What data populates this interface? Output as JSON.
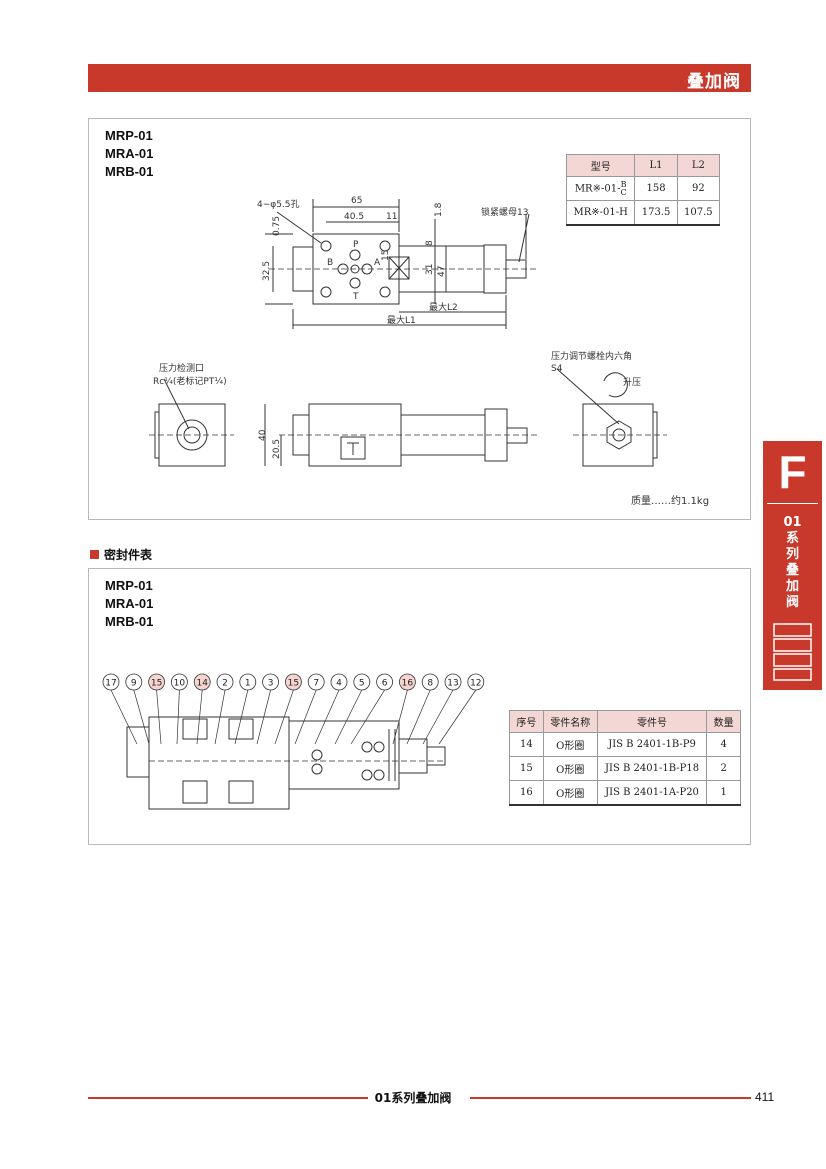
{
  "header": {
    "title": "叠加阀"
  },
  "panel1": {
    "models": [
      "MRP-01",
      "MRA-01",
      "MRB-01"
    ],
    "dim_table": {
      "headers": [
        "型号",
        "L1",
        "L2"
      ],
      "rows": [
        {
          "model": "MR※-01-",
          "suffix_top": "B",
          "suffix_bottom": "C",
          "l1": "158",
          "l2": "92"
        },
        {
          "model": "MR※-01-H",
          "suffix_top": "",
          "suffix_bottom": "",
          "l1": "173.5",
          "l2": "107.5"
        }
      ]
    },
    "drawing": {
      "hole_label": "4−φ5.5孔",
      "dim_65": "65",
      "dim_40_5": "40.5",
      "dim_11": "11",
      "dim_1_8": "1.8",
      "dim_0_75": "0.75",
      "dim_32_5": "32.5",
      "dim_8": "8",
      "dim_15": "15",
      "dim_31": "31",
      "dim_47": "47",
      "nut_label": "锁紧螺母13",
      "max_l2": "最大L2",
      "max_l1": "最大L1",
      "port_p": "P",
      "port_a": "A",
      "port_b": "B",
      "port_t": "T",
      "gauge_label": "压力检测口",
      "gauge_thread": "Rc¼(老标记PT¼)",
      "adjust_label": "压力调节螺栓内六角",
      "adjust_size": "S4",
      "raise_label": "升压",
      "dim_40": "40",
      "dim_20_5": "20.5",
      "mass": "质量……约1.1kg"
    }
  },
  "seal_section": {
    "label": "密封件表"
  },
  "panel2": {
    "models": [
      "MRP-01",
      "MRA-01",
      "MRB-01"
    ],
    "callouts": [
      {
        "n": "17",
        "hl": false
      },
      {
        "n": "9",
        "hl": false
      },
      {
        "n": "15",
        "hl": true
      },
      {
        "n": "10",
        "hl": false
      },
      {
        "n": "14",
        "hl": true
      },
      {
        "n": "2",
        "hl": false
      },
      {
        "n": "1",
        "hl": false
      },
      {
        "n": "3",
        "hl": false
      },
      {
        "n": "15",
        "hl": true
      },
      {
        "n": "7",
        "hl": false
      },
      {
        "n": "4",
        "hl": false
      },
      {
        "n": "5",
        "hl": false
      },
      {
        "n": "6",
        "hl": false
      },
      {
        "n": "16",
        "hl": true
      },
      {
        "n": "8",
        "hl": false
      },
      {
        "n": "13",
        "hl": false
      },
      {
        "n": "12",
        "hl": false
      }
    ],
    "seal_table": {
      "headers": [
        "序号",
        "零件名称",
        "零件号",
        "数量"
      ],
      "rows": [
        [
          "14",
          "O形圈",
          "JIS B 2401-1B-P9",
          "4"
        ],
        [
          "15",
          "O形圈",
          "JIS B 2401-1B-P18",
          "2"
        ],
        [
          "16",
          "O形圈",
          "JIS B 2401-1A-P20",
          "1"
        ]
      ]
    }
  },
  "side_tab": {
    "letter": "F",
    "text": [
      "01",
      "系",
      "列",
      "叠",
      "加",
      "阀"
    ]
  },
  "footer": {
    "text": "01系列叠加阀",
    "page": "411"
  },
  "colors": {
    "accent": "#c8392b",
    "table_header": "#f3d7d4",
    "callout_highlight": "#f6d5d1"
  }
}
